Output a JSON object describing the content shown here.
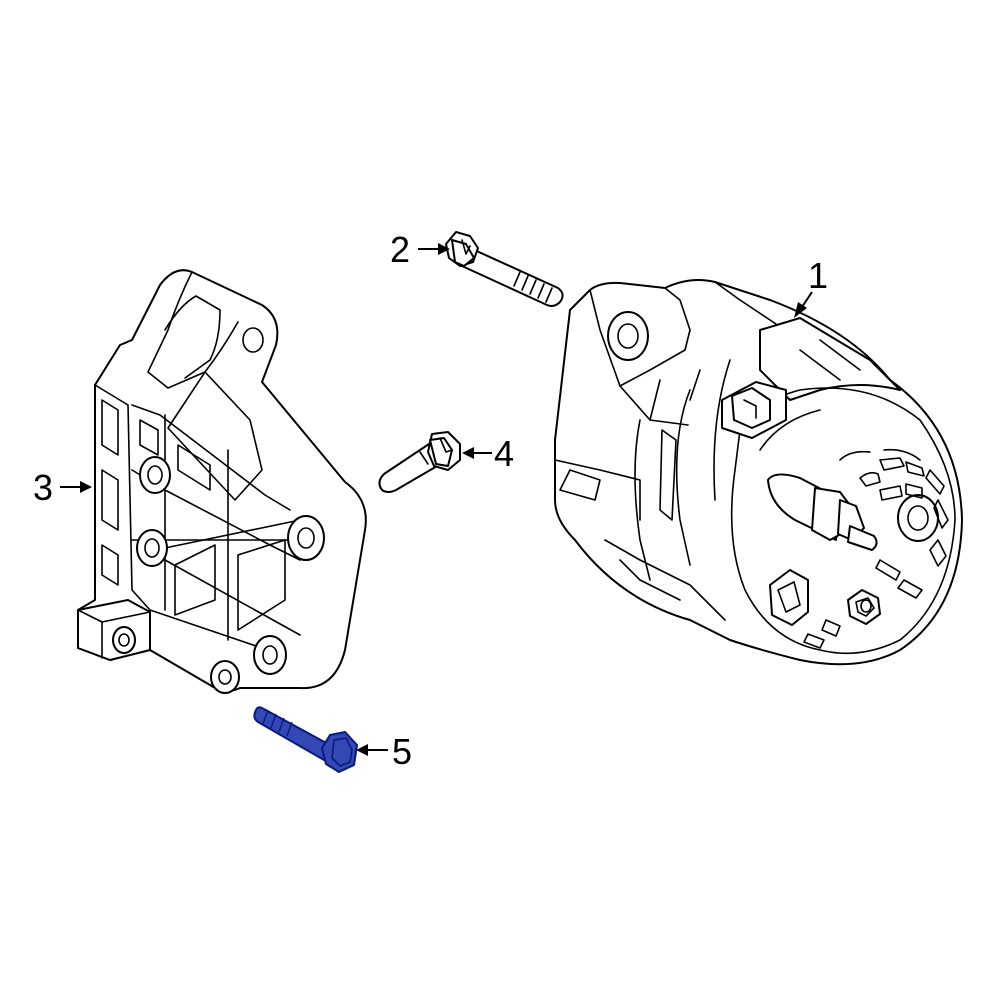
{
  "callouts": {
    "part1": "1",
    "part2": "2",
    "part3": "3",
    "part4": "4",
    "part5": "5"
  },
  "highlight": {
    "part": "5",
    "fill": "#3347b5",
    "stroke": "#0a1a7a"
  }
}
